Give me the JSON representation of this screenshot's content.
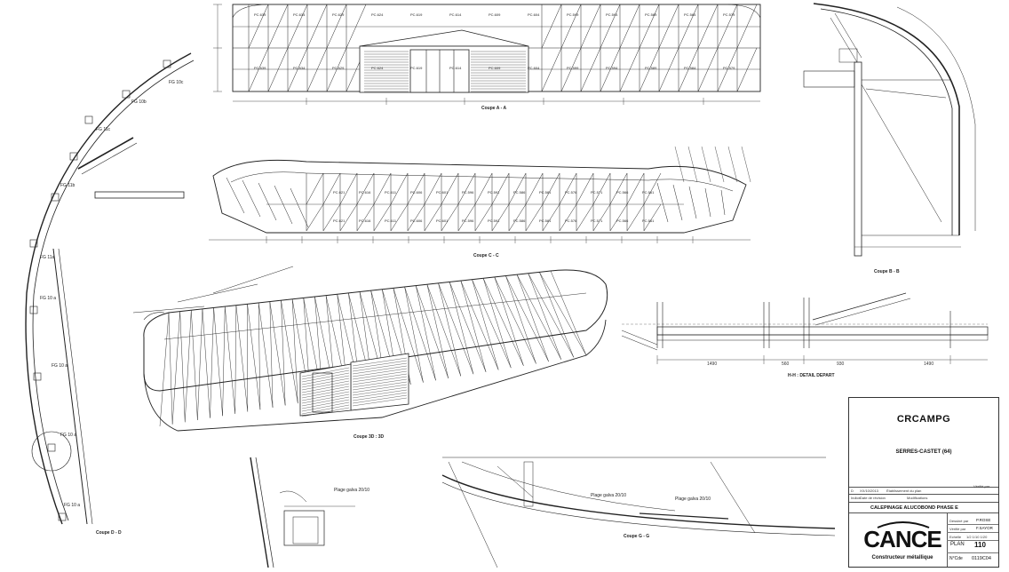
{
  "title_block": {
    "company": "CRCAMPG",
    "city": "SERRES-CASTET (64)",
    "drawing_title": "CALEPINAGE ALUCOBOND PHASE E",
    "revision_table": {
      "rev_label": "Indice",
      "date_label": "Date de révision",
      "changes_label": "Modifications",
      "verified_label": "Vérifié par",
      "rev_row": {
        "rev": "D",
        "date": "XX/10/2013",
        "change": "Établissement du plan"
      }
    },
    "drawn_by_label": "Dessiné par",
    "drawn_by": "P.ROSE",
    "checked_by_label": "Vérifié par",
    "checked_by": "F.SAYOR",
    "scale_label": "Echelle",
    "scale_values": "1/2   1/10   1/20",
    "plan_label": "PLAN",
    "plan_number": "110",
    "order_label": "N°Cde",
    "order_number": "0119C04",
    "logo_text": "CANCE",
    "logo_tagline": "Constructeur métallique"
  },
  "views": {
    "section_aa": "Coupe A - A",
    "section_cc": "Coupe C - C",
    "section_3d": "Coupe 3D : 3D",
    "section_bb": "Coupe B - B",
    "section_dd": "Coupe D - D",
    "section_gg": "Coupe G - G",
    "detail_hh": "H-H : DETAIL DEPART"
  },
  "annotations": {
    "fg_labels": [
      "FG 10c",
      "FG 10b",
      "FG 11c",
      "FG 11b",
      "FG 11a",
      "FG 10 a",
      "FG 10 a",
      "FG 10 a",
      "FG 10 a"
    ],
    "plage_1": "Plage galva 20/10",
    "plage_2": "Plage galva 20/10",
    "plage_3": "Plage galva 20/10",
    "dims_hh": [
      "1490",
      "560",
      "930",
      "1490"
    ]
  },
  "panel_tags": {
    "row_a": [
      "PC.639",
      "PC.634",
      "PC.629",
      "PC.624",
      "PC.619",
      "PC.614",
      "PC.609",
      "PC.604",
      "PC.599",
      "PC.594",
      "PC.589",
      "PC.584",
      "PC.579"
    ],
    "row_c": [
      "PC.621",
      "PC.616",
      "PC.611",
      "PC.606",
      "PC.601",
      "PC.596",
      "PC.591",
      "PC.586",
      "PC.581",
      "PC.576",
      "PC.571",
      "PC.566",
      "PC.561"
    ]
  }
}
